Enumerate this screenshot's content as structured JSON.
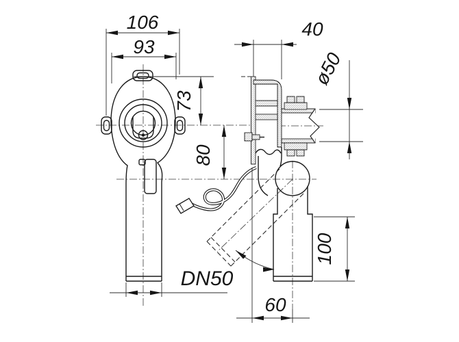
{
  "drawing": {
    "title": "siphon-technical-drawing",
    "dimensions": {
      "mounting_width": "106",
      "body_width": "93",
      "tab_offset": "73",
      "wall_depth": "40",
      "pipe_diameter": "ø50",
      "outlet_drop": "80",
      "outlet_length": "100",
      "nominal_size": "DN50",
      "wall_to_outlet": "60"
    },
    "colors": {
      "line": "#1a1a1a",
      "thin_line": "#2b2b2b",
      "background": "#ffffff"
    }
  }
}
